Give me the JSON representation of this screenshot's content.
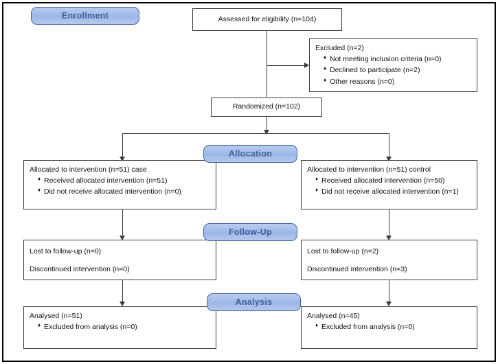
{
  "figure": {
    "type": "consort-flow-diagram",
    "colors": {
      "pill_fill": "#9cb6e6",
      "pill_border": "#41639c",
      "pill_text": "#3c5a9a",
      "box_border": "#3a3a3a",
      "frame_border": "#000000",
      "background": "#ffffff"
    }
  },
  "stage_labels": {
    "enrollment": "Enrollment",
    "allocation": "Allocation",
    "followup": "Follow-Up",
    "analysis": "Analysis"
  },
  "enrollment": {
    "assessed": "Assessed for eligibility (n=104)",
    "excluded": {
      "heading": "Excluded (n=2)",
      "reasons": [
        "Not meeting inclusion criteria (n=0)",
        "Declined to participate (n=2)",
        "Other reasons (n=0)"
      ]
    },
    "randomized": "Randomized (n=102)"
  },
  "allocation": {
    "left": {
      "heading": "Allocated to intervention (n=51) case",
      "items": [
        "Received allocated intervention (n=51)",
        "Did not receive allocated intervention (n=0)"
      ]
    },
    "right": {
      "heading": "Allocated to intervention (n=51) control",
      "items": [
        "Received allocated intervention (n=50)",
        "Did not receive allocated intervention (n=1)"
      ]
    }
  },
  "followup": {
    "left": {
      "lost": "Lost to follow-up (n=0)",
      "discontinued": "Discontinued intervention (n=0)"
    },
    "right": {
      "lost": "Lost to follow-up (n=2)",
      "discontinued": "Discontinued intervention (n=3)"
    }
  },
  "analysis": {
    "left": {
      "heading": "Analysed (n=51)",
      "items": [
        "Excluded from analysis (n=0)"
      ]
    },
    "right": {
      "heading": "Analysed (n=45)",
      "items": [
        "Excluded from analysis (n=0)"
      ]
    }
  }
}
